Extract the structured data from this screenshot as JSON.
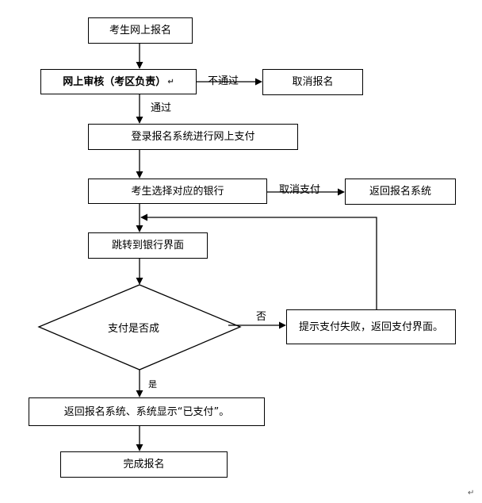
{
  "nodes": {
    "online_signup": "考生网上报名",
    "review": "网上审核（考区负责）",
    "cancel_signup": "取消报名",
    "login_pay": "登录报名系统进行网上支付",
    "choose_bank": "考生选择对应的银行",
    "return_system": "返回报名系统",
    "jump_bank": "跳转到银行界面",
    "pay_success": "支付是否成",
    "pay_fail": "提示支付失败，返回支付界面。",
    "show_paid": "返回报名系统、系统显示“已支付”。",
    "done": "完成报名"
  },
  "edges": {
    "not_pass": "不通过",
    "pass": "通过",
    "cancel_pay": "取消支付",
    "no": "否",
    "yes": "是"
  },
  "marks": {
    "para_review": "↵",
    "para_page": "↵"
  }
}
